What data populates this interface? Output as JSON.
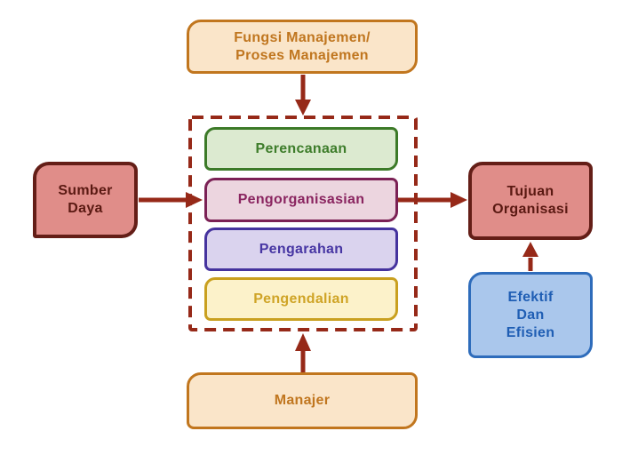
{
  "diagram": {
    "language": "Indonesian",
    "topic": "Fungsi Manajemen / Proses Manajemen"
  },
  "nodes": {
    "fungsi": {
      "label": "Fungsi Manajemen/\nProses Manajemen",
      "color_scheme": "orange"
    },
    "sumber_daya": {
      "label": "Sumber\nDaya",
      "color_scheme": "red"
    },
    "perencanaan": {
      "label": "Perencanaan",
      "color_scheme": "green"
    },
    "pengorganisasian": {
      "label": "Pengorganisasian",
      "color_scheme": "pink"
    },
    "pengarahan": {
      "label": "Pengarahan",
      "color_scheme": "purple"
    },
    "pengendalian": {
      "label": "Pengendalian",
      "color_scheme": "yellow"
    },
    "tujuan": {
      "label": "Tujuan\nOrganisasi",
      "color_scheme": "red"
    },
    "efektif": {
      "label": "Efektif\nDan\nEfisien",
      "color_scheme": "blue"
    },
    "manajer": {
      "label": "Manajer",
      "color_scheme": "orange"
    }
  },
  "groups": {
    "process_group": {
      "style": "dashed-red-frame",
      "contains": [
        "perencanaan",
        "pengorganisasian",
        "pengarahan",
        "pengendalian"
      ]
    }
  },
  "connections": [
    {
      "from": "fungsi",
      "to": "process_group",
      "direction": "down"
    },
    {
      "from": "sumber_daya",
      "to": "pengorganisasian",
      "direction": "right"
    },
    {
      "from": "pengorganisasian",
      "to": "tujuan",
      "direction": "right"
    },
    {
      "from": "efektif",
      "to": "tujuan",
      "direction": "up"
    },
    {
      "from": "manajer",
      "to": "process_group",
      "direction": "up"
    }
  ],
  "colors": {
    "background": "#ffffff",
    "arrow": "#962918",
    "dashed_border": "#962918",
    "orange_fill": "#FAE5C9",
    "orange_border": "#C1761E",
    "orange_text": "#C0761F",
    "red_fill": "#E08D89",
    "red_border": "#641E17",
    "red_text": "#5A1912",
    "green_fill": "#DCEAD0",
    "green_border": "#3C7A28",
    "green_text": "#3E7D2B",
    "pink_fill": "#ECD5DF",
    "pink_border": "#7B2155",
    "pink_text": "#8A2560",
    "purple_fill": "#DAD3EE",
    "purple_border": "#45339E",
    "purple_text": "#4736A3",
    "yellow_fill": "#FCF2CA",
    "yellow_border": "#C9A01F",
    "yellow_text": "#CFA426",
    "blue_fill": "#AAC7EC",
    "blue_border": "#2E6CBB",
    "blue_text": "#1F5EB4"
  }
}
